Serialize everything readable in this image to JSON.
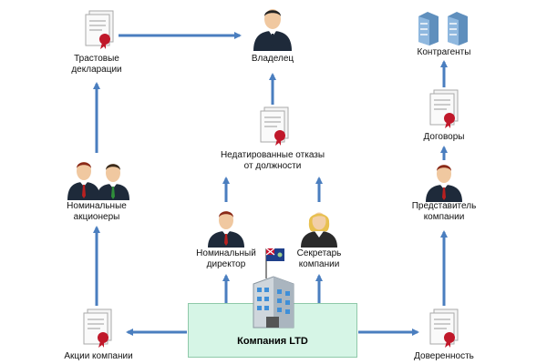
{
  "nodes": {
    "trust_declarations": {
      "label": "Трастовые\nдекларации",
      "icon": "document-certificate-icon"
    },
    "owner": {
      "label": "Владелец",
      "icon": "businessman-icon"
    },
    "counterparties": {
      "label": "Контрагенты",
      "icon": "servers-icon"
    },
    "contracts": {
      "label": "Договоры",
      "icon": "document-certificate-icon"
    },
    "undated_resignations": {
      "label": "Недатированные отказы\nот должности",
      "icon": "document-certificate-icon"
    },
    "nominee_shareholders": {
      "label": "Номинальные\nакционеры",
      "icon": "two-businessmen-icon"
    },
    "company_representative": {
      "label": "Представитель\nкомпании",
      "icon": "businessman-icon"
    },
    "nominee_director": {
      "label": "Номинальный\nдиректор",
      "icon": "businessman-icon"
    },
    "company_secretary": {
      "label": "Секретарь\nкомпании",
      "icon": "businesswoman-icon"
    },
    "company_shares": {
      "label": "Акции компании",
      "icon": "document-certificate-icon"
    },
    "power_of_attorney": {
      "label": "Доверенность",
      "icon": "document-certificate-icon"
    },
    "company": {
      "label": "Компания LTD",
      "icon": "office-building-flag-icon"
    }
  },
  "colors": {
    "arrow": "#4a7ebf",
    "company_fill": "#d6f5e6",
    "suit": "#1e2a3a",
    "tie_man": "#b82020",
    "tie_green": "#2f8f3a"
  }
}
